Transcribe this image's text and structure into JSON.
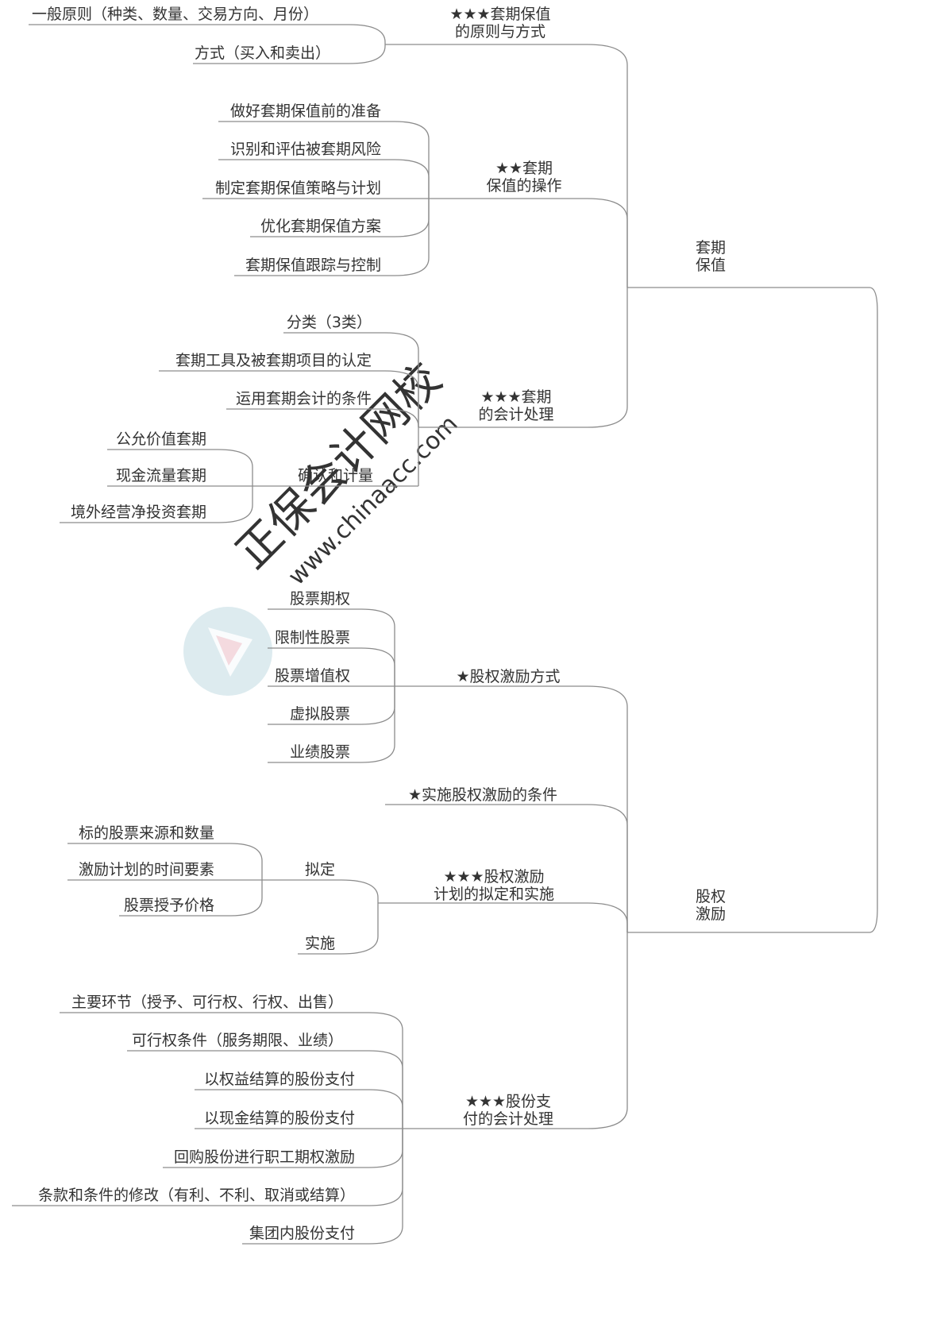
{
  "colors": {
    "line": "#8c8c8c",
    "text": "#333333",
    "watermark": "#d9d9d9",
    "logo": "#cfe3e8"
  },
  "root": "",
  "branches": [
    {
      "label": [
        "套期",
        "保值"
      ],
      "children": [
        {
          "label": [
            "★★★套期保值",
            "的原则与方式"
          ],
          "children": [
            {
              "label": [
                "一般原则（种类、数量、交易方向、月份）"
              ]
            },
            {
              "label": [
                "方式（买入和卖出）"
              ]
            }
          ]
        },
        {
          "label": [
            "★★套期",
            "保值的操作"
          ],
          "children": [
            {
              "label": [
                "做好套期保值前的准备"
              ]
            },
            {
              "label": [
                "识别和评估被套期风险"
              ]
            },
            {
              "label": [
                "制定套期保值策略与计划"
              ]
            },
            {
              "label": [
                "优化套期保值方案"
              ]
            },
            {
              "label": [
                "套期保值跟踪与控制"
              ]
            }
          ]
        },
        {
          "label": [
            "★★★套期",
            "的会计处理"
          ],
          "children": [
            {
              "label": [
                "分类（3类）"
              ]
            },
            {
              "label": [
                "套期工具及被套期项目的认定"
              ]
            },
            {
              "label": [
                "运用套期会计的条件"
              ]
            },
            {
              "label": [
                "确认和计量"
              ],
              "children": [
                {
                  "label": [
                    "公允价值套期"
                  ]
                },
                {
                  "label": [
                    "现金流量套期"
                  ]
                },
                {
                  "label": [
                    "境外经营净投资套期"
                  ]
                }
              ]
            }
          ]
        }
      ]
    },
    {
      "label": [
        "股权",
        "激励"
      ],
      "children": [
        {
          "label": [
            "★股权激励方式"
          ],
          "children": [
            {
              "label": [
                "股票期权"
              ]
            },
            {
              "label": [
                "限制性股票"
              ]
            },
            {
              "label": [
                "股票增值权"
              ]
            },
            {
              "label": [
                "虚拟股票"
              ]
            },
            {
              "label": [
                "业绩股票"
              ]
            }
          ]
        },
        {
          "label": [
            "★实施股权激励的条件"
          ]
        },
        {
          "label": [
            "★★★股权激励",
            "计划的拟定和实施"
          ],
          "children": [
            {
              "label": [
                "拟定"
              ],
              "children": [
                {
                  "label": [
                    "标的股票来源和数量"
                  ]
                },
                {
                  "label": [
                    "激励计划的时间要素"
                  ]
                },
                {
                  "label": [
                    "股票授予价格"
                  ]
                }
              ]
            },
            {
              "label": [
                "实施"
              ]
            }
          ]
        },
        {
          "label": [
            "★★★股份支",
            "付的会计处理"
          ],
          "children": [
            {
              "label": [
                "主要环节（授予、可行权、行权、出售）"
              ]
            },
            {
              "label": [
                "可行权条件（服务期限、业绩）"
              ]
            },
            {
              "label": [
                "以权益结算的股份支付"
              ]
            },
            {
              "label": [
                "以现金结算的股份支付"
              ]
            },
            {
              "label": [
                "回购股份进行职工期权激励"
              ]
            },
            {
              "label": [
                "条款和条件的修改（有利、不利、取消或结算）"
              ]
            },
            {
              "label": [
                "集团内股份支付"
              ]
            }
          ]
        }
      ]
    }
  ],
  "watermark": {
    "line1": "正保会计网校",
    "line2": "www.chinaacc.com"
  }
}
